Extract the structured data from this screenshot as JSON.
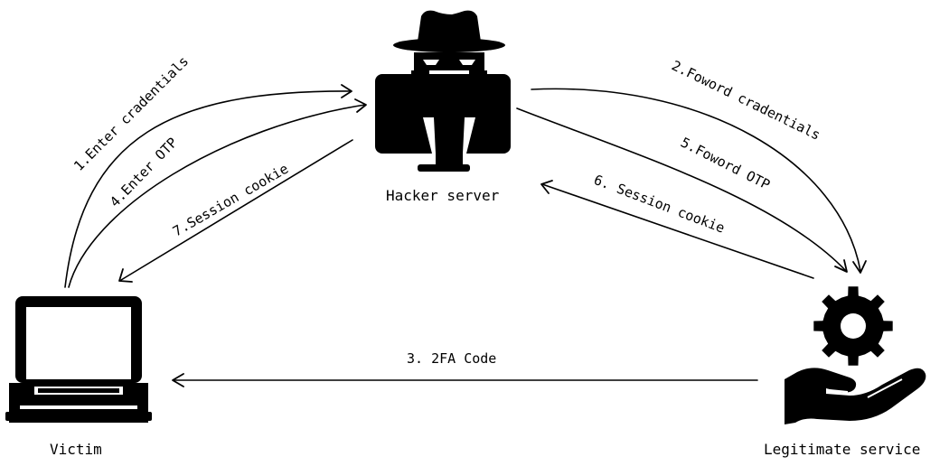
{
  "nodes": {
    "hacker": {
      "label": "Hacker server",
      "icon": "hacker-server-icon"
    },
    "victim": {
      "label": "Victim",
      "icon": "laptop-icon"
    },
    "service": {
      "label": "Legitimate service",
      "icon": "gear-hand-icon"
    }
  },
  "edges": [
    {
      "label": "1.Enter cradentials",
      "from": "victim",
      "to": "hacker"
    },
    {
      "label": "4.Enter OTP",
      "from": "victim",
      "to": "hacker"
    },
    {
      "label": "7.Session cookie",
      "from": "hacker",
      "to": "victim"
    },
    {
      "label": "2.Foword cradentials",
      "from": "hacker",
      "to": "service"
    },
    {
      "label": "5.Foword OTP",
      "from": "hacker",
      "to": "service"
    },
    {
      "label": "6. Session cookie",
      "from": "service",
      "to": "hacker"
    },
    {
      "label": "3. 2FA Code",
      "from": "service",
      "to": "victim"
    }
  ]
}
